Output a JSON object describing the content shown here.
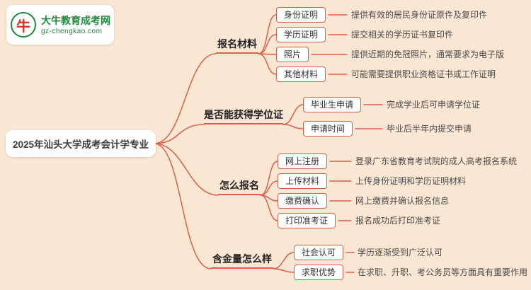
{
  "page": {
    "background": "#fae7d3",
    "line_color": "#dd5f4b"
  },
  "logo": {
    "icon": "bull-icon",
    "icon_char": "牛",
    "site_name": "大牛教育成考网",
    "site_url": "gz-chengkao.com",
    "brand_green": "#1e8a3c",
    "brand_red": "#d9342b"
  },
  "title": "2025年汕头大学成考会计学专业",
  "mindmap": {
    "branches": [
      {
        "label": "报名材料",
        "children": [
          {
            "label": "身份证明",
            "desc": "提供有效的居民身份证原件及复印件"
          },
          {
            "label": "学历证明",
            "desc": "提交相关的学历证书复印件"
          },
          {
            "label": "照片",
            "desc": "提供近期的免冠照片，通常要求为电子版"
          },
          {
            "label": "其他材料",
            "desc": "可能需要提供职业资格证书或工作证明"
          }
        ]
      },
      {
        "label": "是否能获得学位证",
        "children": [
          {
            "label": "毕业生申请",
            "desc": "完成学业后可申请学位证"
          },
          {
            "label": "申请时间",
            "desc": "毕业后半年内提交申请"
          }
        ]
      },
      {
        "label": "怎么报名",
        "children": [
          {
            "label": "网上注册",
            "desc": "登录广东省教育考试院的成人高考报名系统"
          },
          {
            "label": "上传材料",
            "desc": "上传身份证明和学历证明材料"
          },
          {
            "label": "缴费确认",
            "desc": "网上缴费并确认报名信息"
          },
          {
            "label": "打印准考证",
            "desc": "报名成功后打印准考证"
          }
        ]
      },
      {
        "label": "含金量怎么样",
        "children": [
          {
            "label": "社会认可",
            "desc": "学历逐渐受到广泛认可"
          },
          {
            "label": "求职优势",
            "desc": "在求职、升职、考公务员等方面具有重要作用"
          }
        ]
      }
    ]
  }
}
